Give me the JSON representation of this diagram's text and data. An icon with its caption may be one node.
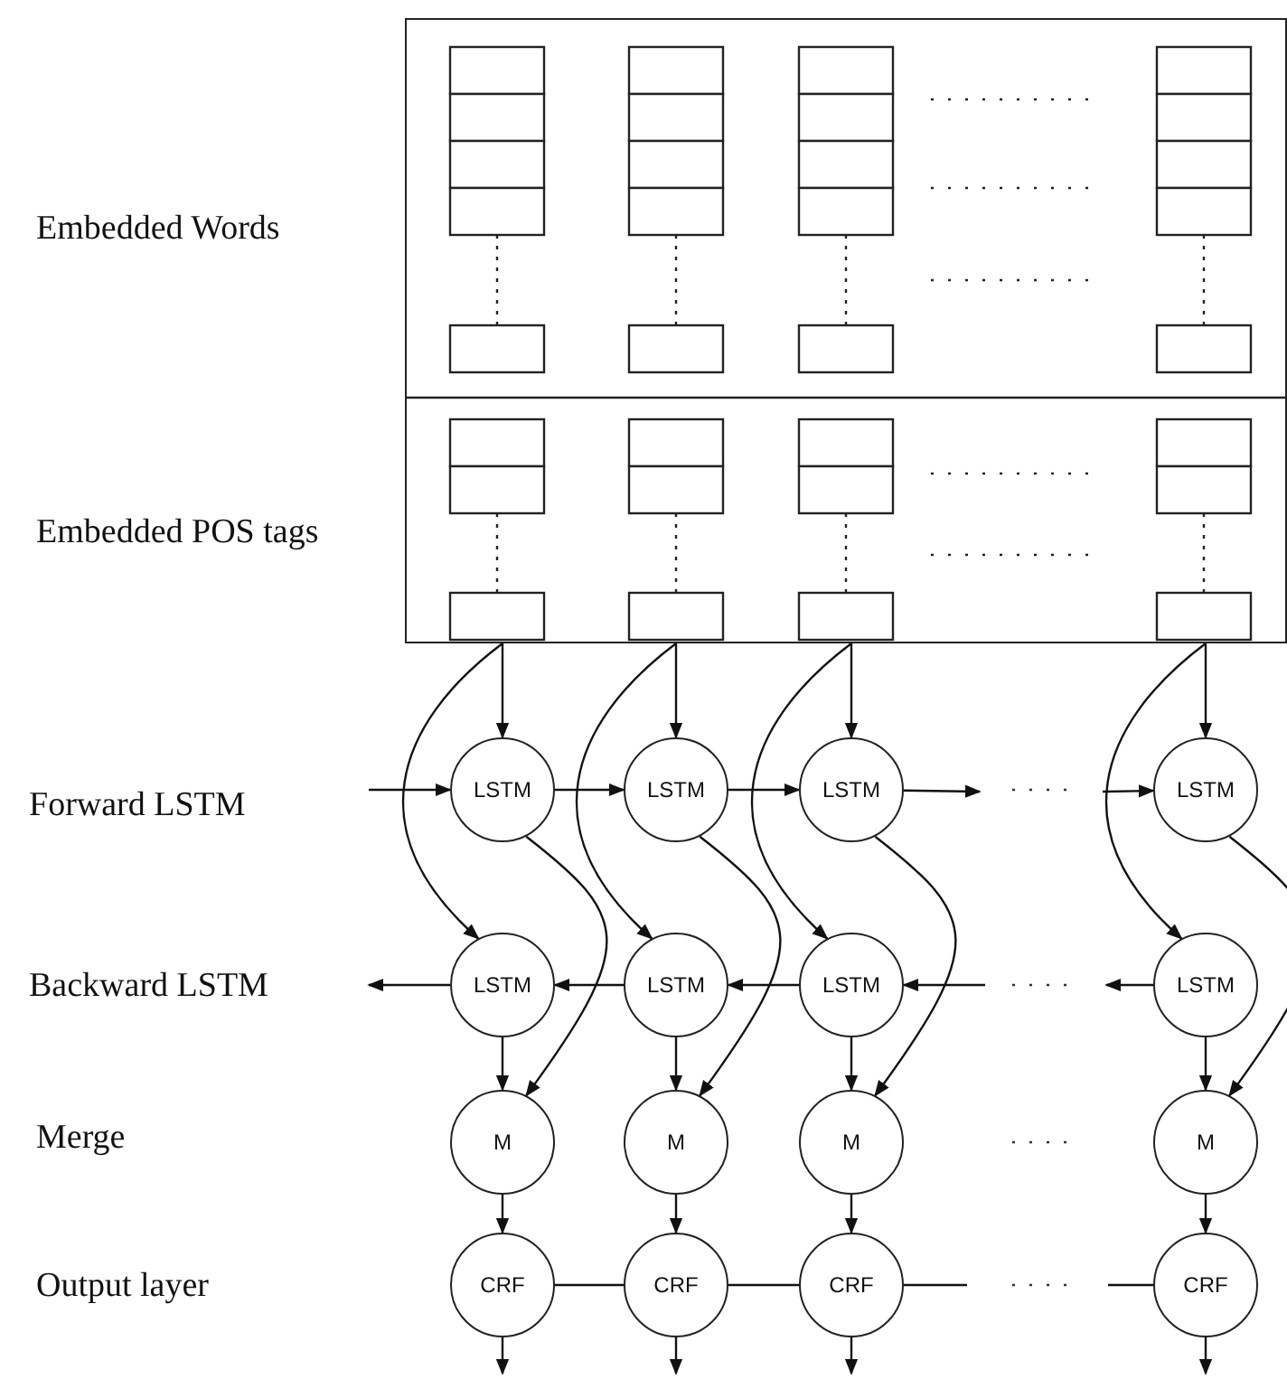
{
  "diagram": {
    "nodes": [
      {
        "text": [],
        "shape": "box"
      },
      {
        "text": [
          "LSTM"
        ]
      },
      {
        "text": [
          "LSTM"
        ]
      },
      {
        "text": [
          "LSTM"
        ]
      },
      {
        "text": [
          "LSTM"
        ]
      },
      {
        "text": [
          "LSTM"
        ]
      },
      {
        "text": [
          "LSTM"
        ]
      },
      {
        "text": [
          "LSTM"
        ]
      },
      {
        "text": [
          "LSTM"
        ]
      },
      {
        "text": [
          "M"
        ]
      },
      {
        "text": [
          "M"
        ]
      },
      {
        "text": [
          "M"
        ]
      },
      {
        "text": [
          "M"
        ]
      },
      {
        "text": [
          "CRF"
        ]
      },
      {
        "text": [
          "CRF"
        ]
      },
      {
        "text": [
          "CRF"
        ]
      },
      {
        "text": [
          "CRF"
        ]
      }
    ],
    "edges": [
      {
        "from": 0,
        "to": 1,
        "arrow": "to"
      },
      {
        "from": 0,
        "to": 2,
        "arrow": "to"
      },
      {
        "from": 0,
        "to": 3,
        "arrow": "to"
      },
      {
        "from": 0,
        "to": 4,
        "arrow": "to"
      },
      {
        "from": 0,
        "to": 5,
        "arrow": "to"
      },
      {
        "from": 0,
        "to": 6,
        "arrow": "to"
      },
      {
        "from": 0,
        "to": 7,
        "arrow": "to"
      },
      {
        "from": 0,
        "to": 8,
        "arrow": "to"
      },
      {
        "from": null,
        "to": 1,
        "arrow": "to"
      },
      {
        "from": 1,
        "to": 2,
        "arrow": "to"
      },
      {
        "from": 2,
        "to": 3,
        "arrow": "to"
      },
      {
        "from": 3,
        "to": null,
        "arrow": "to"
      },
      {
        "from": null,
        "to": 4,
        "arrow": "to"
      },
      {
        "from": 5,
        "to": null,
        "arrow": "to"
      },
      {
        "from": 6,
        "to": 5,
        "arrow": "to"
      },
      {
        "from": 7,
        "to": 6,
        "arrow": "to"
      },
      {
        "from": null,
        "to": 7,
        "arrow": "to"
      },
      {
        "from": 8,
        "to": null,
        "arrow": "to"
      },
      {
        "from": 1,
        "to": 9,
        "arrow": "to"
      },
      {
        "from": 2,
        "to": 10,
        "arrow": "to"
      },
      {
        "from": 3,
        "to": 11,
        "arrow": "to"
      },
      {
        "from": 4,
        "to": 12,
        "arrow": "to"
      },
      {
        "from": 5,
        "to": 9,
        "arrow": "to"
      },
      {
        "from": 6,
        "to": 10,
        "arrow": "to"
      },
      {
        "from": 7,
        "to": 11,
        "arrow": "to"
      },
      {
        "from": 8,
        "to": 12,
        "arrow": "to"
      },
      {
        "from": 9,
        "to": 13,
        "arrow": "to"
      },
      {
        "from": 10,
        "to": 14,
        "arrow": "to"
      },
      {
        "from": 11,
        "to": 15,
        "arrow": "to"
      },
      {
        "from": 12,
        "to": 16,
        "arrow": "to"
      },
      {
        "from": 13,
        "to": 14,
        "arrow": "none"
      },
      {
        "from": 14,
        "to": 15,
        "arrow": "none"
      },
      {
        "from": 15,
        "to": null,
        "arrow": "none"
      },
      {
        "from": null,
        "to": 16,
        "arrow": "none"
      },
      {
        "from": 13,
        "to": null,
        "arrow": "to"
      },
      {
        "from": 14,
        "to": null,
        "arrow": "to"
      },
      {
        "from": 15,
        "to": null,
        "arrow": "to"
      },
      {
        "from": 16,
        "to": null,
        "arrow": "to"
      }
    ],
    "labels": [
      "Embedded Words",
      "Embedded POS tags",
      "Forward LSTM",
      "Backward LSTM",
      "Merge",
      "Output layer"
    ]
  }
}
